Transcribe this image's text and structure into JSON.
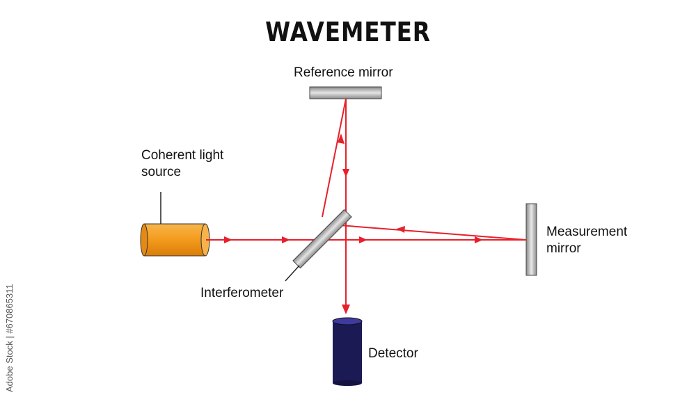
{
  "title": "WAVEMETER",
  "labels": {
    "reference_mirror": "Reference mirror",
    "light_source": "Coherent light\nsource",
    "measurement_mirror": "Measurement\nmirror",
    "interferometer": "Interferometer",
    "detector": "Detector"
  },
  "watermark": "Adobe Stock | #670865311",
  "colors": {
    "beam": "#e8202a",
    "source_fill": "#f49a1a",
    "detector_fill": "#1c1a55",
    "mirror_fill": "#b5b5b5"
  }
}
